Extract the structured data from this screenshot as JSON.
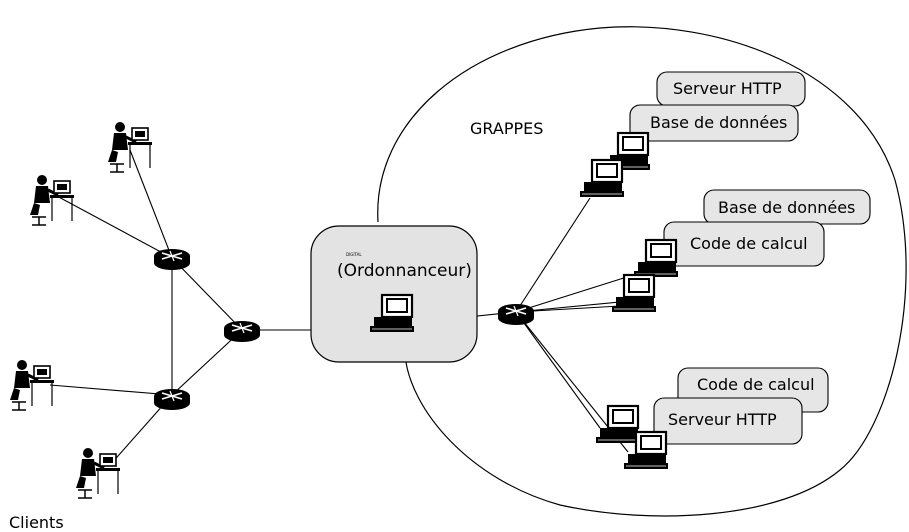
{
  "labels": {
    "grappes": "GRAPPES",
    "clients": "Clients",
    "scheduler": "(Ordonnanceur)",
    "scheduler_tiny": "DIGITAL"
  },
  "services": {
    "s1_back": "Serveur HTTP",
    "s1_front": "Base de données",
    "s2_back": "Base de données",
    "s2_front": "Code de calcul",
    "s3_back": "Code de calcul",
    "s3_front": "Serveur HTTP"
  },
  "colors": {
    "line": "#000000",
    "box_fill": "#e6e6e6",
    "scheduler_fill": "#e3e3e3"
  }
}
